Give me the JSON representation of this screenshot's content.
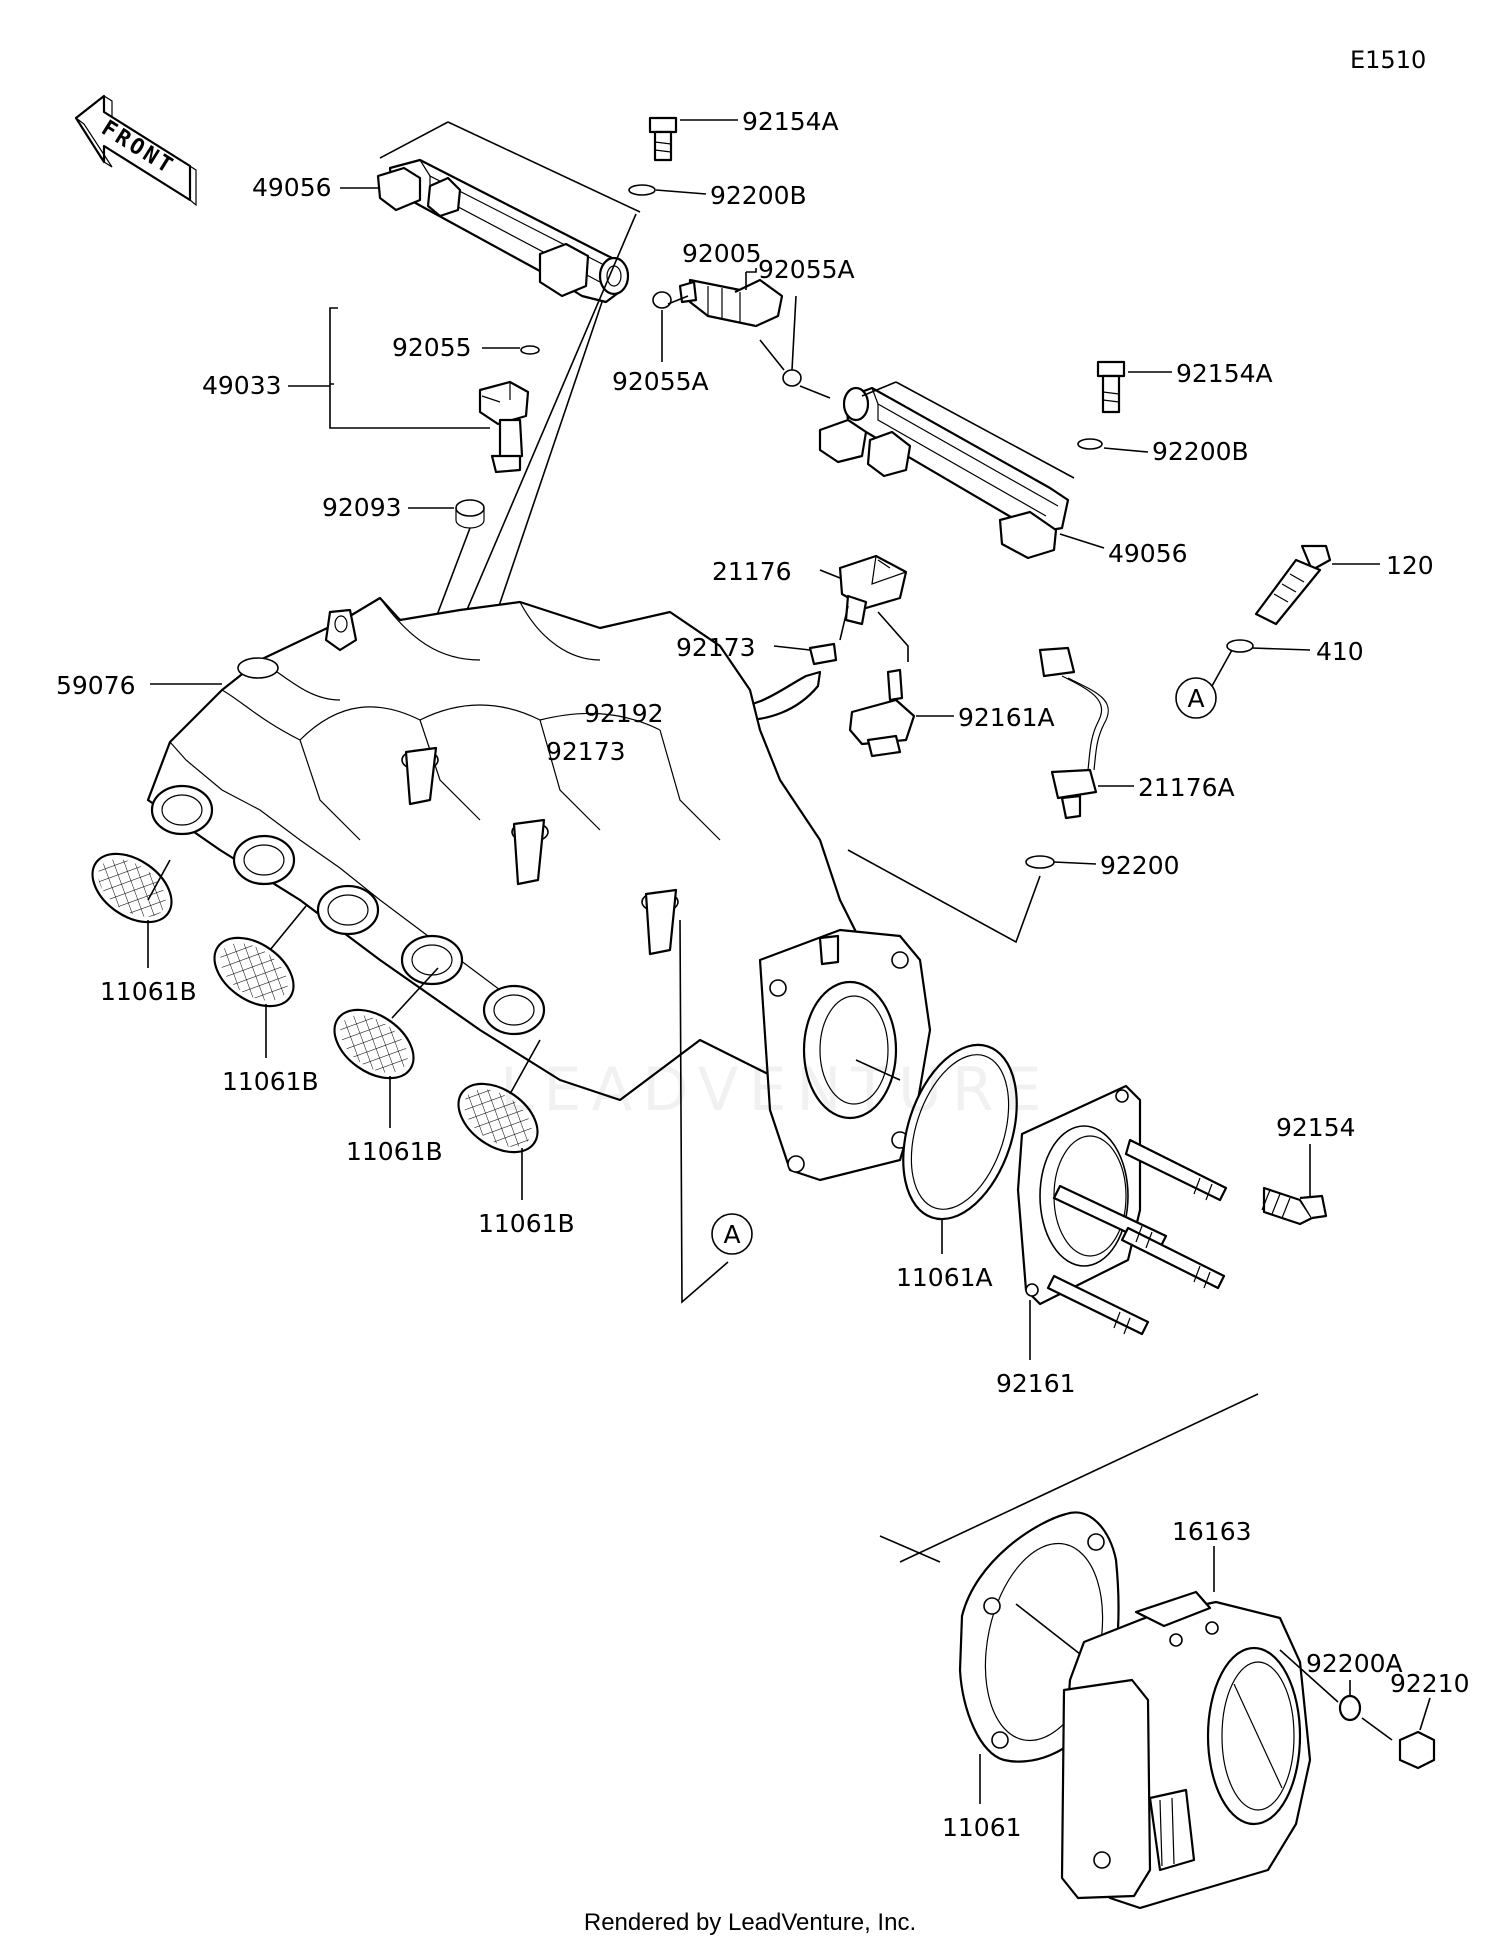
{
  "diagram": {
    "code": "E1510",
    "front_label": "FRONT",
    "footer": "Rendered by LeadVenture, Inc.",
    "watermark": "LEADVENTURE",
    "callouts": {
      "ref_a_upper": "A",
      "ref_a_lower": "A"
    },
    "parts": {
      "p92154A_top": "92154A",
      "p92200B_top": "92200B",
      "p49056_left": "49056",
      "p92005": "92005",
      "p92055A_right": "92055A",
      "p92055": "92055",
      "p49033": "49033",
      "p92055A_left": "92055A",
      "p92154A_right": "92154A",
      "p92200B_right": "92200B",
      "p92093": "92093",
      "p49056_right": "49056",
      "p21176": "21176",
      "p120": "120",
      "p92173_top": "92173",
      "p410": "410",
      "p59076": "59076",
      "p92192": "92192",
      "p92161A": "92161A",
      "p92173_bottom": "92173",
      "p21176A": "21176A",
      "p92200": "92200",
      "p11061B_1": "11061B",
      "p11061B_2": "11061B",
      "p11061B_3": "11061B",
      "p11061B_4": "11061B",
      "p92154": "92154",
      "p11061A": "11061A",
      "p92161": "92161",
      "p16163": "16163",
      "p92200A": "92200A",
      "p92210": "92210",
      "p11061": "11061"
    }
  }
}
